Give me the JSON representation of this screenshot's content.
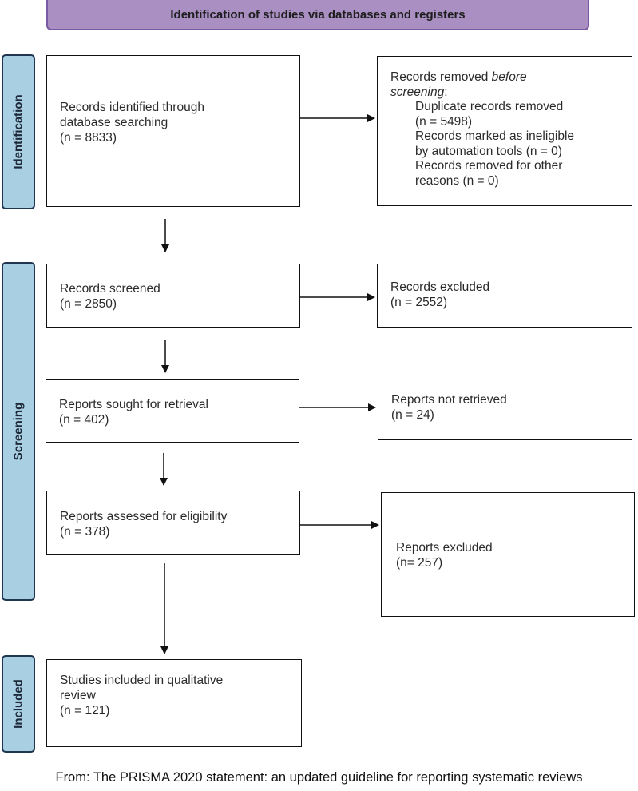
{
  "header": {
    "title": "Identification of studies via databases and registers"
  },
  "stages": {
    "identification": "Identification",
    "screening": "Screening",
    "included": "Included"
  },
  "boxes": {
    "records_identified": {
      "line1": "Records identified through",
      "line2": "database searching",
      "line3": "(n = 8833)"
    },
    "records_removed": {
      "line1_prefix": "Records removed ",
      "line1_em": "before",
      "line2_em": "screening",
      "line2_suffix": ":",
      "dup_label": "Duplicate records removed",
      "dup_count": "(n = 5498)",
      "auto_line1": "Records marked as ineligible",
      "auto_line2": "by automation tools (n = 0)",
      "other_line1": "Records removed for other",
      "other_line2": "reasons (n = 0)"
    },
    "records_screened": {
      "line1": "Records screened",
      "line2": "(n = 2850)"
    },
    "records_excluded": {
      "line1": "Records excluded",
      "line2": "(n = 2552)"
    },
    "reports_sought": {
      "line1": "Reports sought for retrieval",
      "line2": "(n = 402)"
    },
    "reports_not_retrieved": {
      "line1": "Reports not retrieved",
      "line2": "(n = 24)"
    },
    "reports_assessed": {
      "line1": "Reports assessed for eligibility",
      "line2": "(n = 378)"
    },
    "reports_excluded": {
      "line1": "Reports excluded",
      "line2": "(n= 257)"
    },
    "studies_included": {
      "line1": "Studies included in qualitative",
      "line2": "review",
      "line3": "(n = 121)"
    }
  },
  "caption": "From: The PRISMA 2020 statement: an updated guideline for reporting systematic reviews"
}
